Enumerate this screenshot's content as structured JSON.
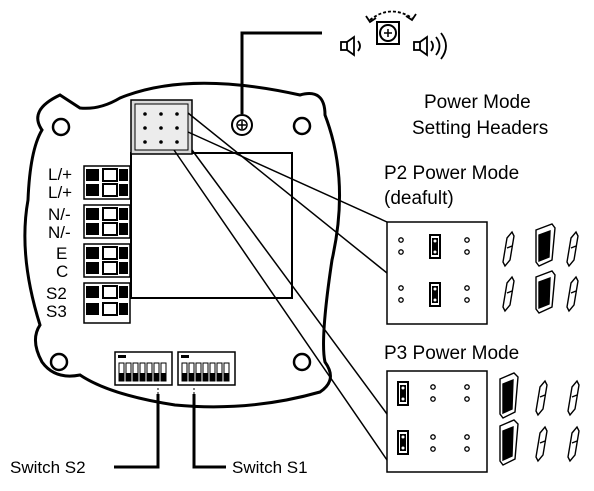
{
  "terminal_labels": [
    "L/+",
    "L/+",
    "N/-",
    "N/-",
    "E",
    "C",
    "S2",
    "S3"
  ],
  "headers_title": {
    "line1": "Power Mode",
    "line2": "Setting Headers"
  },
  "p2": {
    "title": "P2 Power Mode",
    "subtitle": "(deafult)"
  },
  "p3": {
    "title": "P3 Power Mode"
  },
  "switch_s2": "Switch S2",
  "switch_s1": "Switch S1",
  "icons": [
    "potentiometer-icon",
    "speaker-quiet-icon",
    "speaker-loud-icon",
    "rotate-arrows-icon",
    "jumper-icon",
    "header-pin-icon"
  ]
}
